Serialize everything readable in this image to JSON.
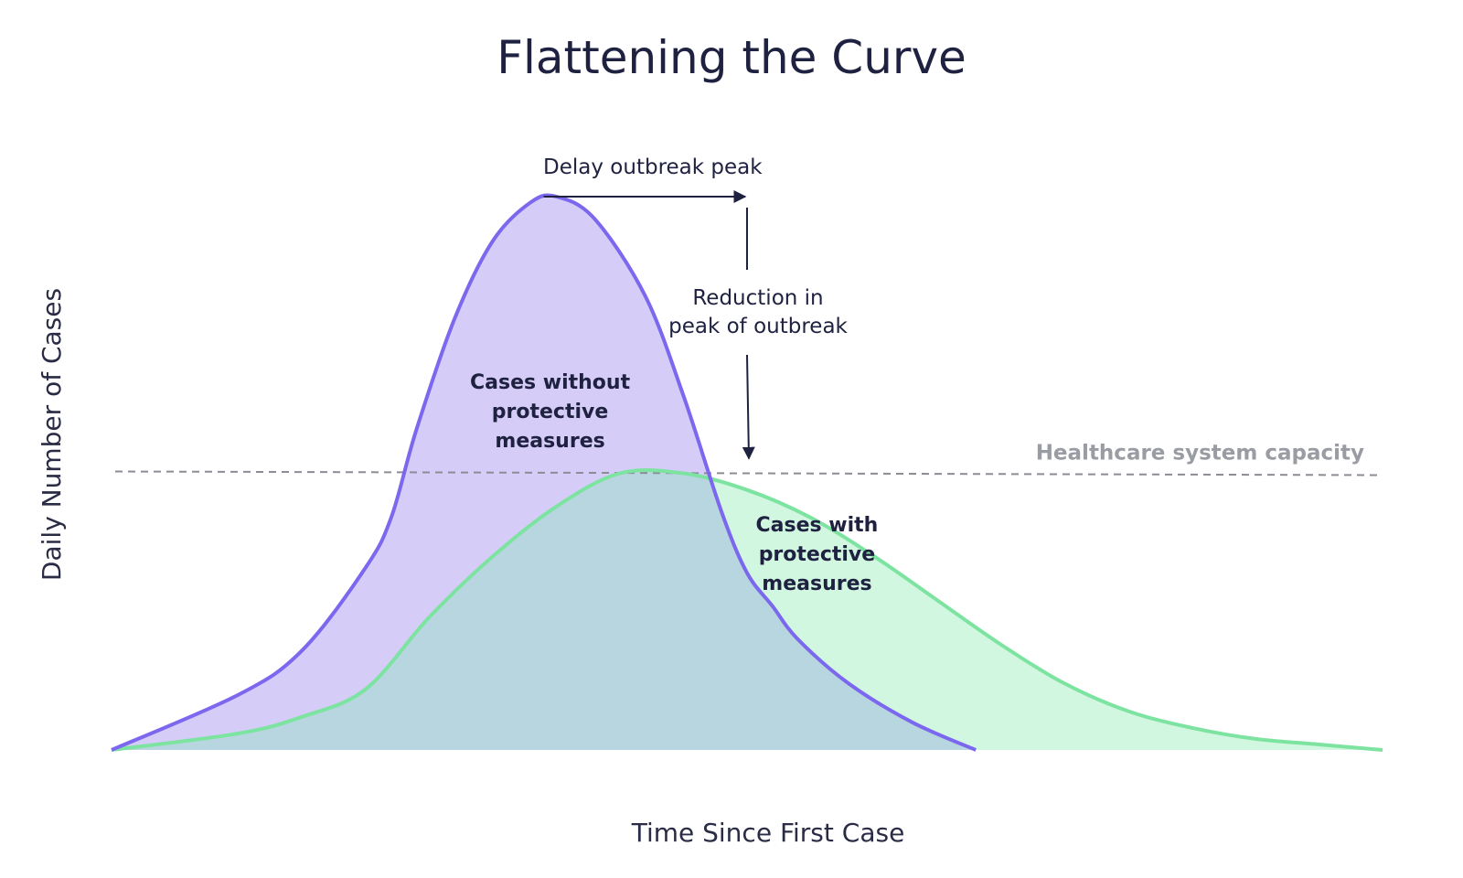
{
  "chart_data": {
    "type": "area",
    "title": "Flattening the Curve",
    "xlabel": "Time Since First Case",
    "ylabel": "Daily Number of Cases",
    "xlim": [
      0,
      100
    ],
    "ylim": [
      0,
      100
    ],
    "grid": false,
    "axes_visible": false,
    "series": [
      {
        "label": "Cases without protective measures",
        "label_lines": [
          "Cases without",
          "protective",
          "measures"
        ],
        "stroke": "#7b68ee",
        "fill": "#d5cdf8",
        "x": [
          0,
          10,
          15,
          20,
          22,
          24,
          27,
          30,
          33,
          35,
          38,
          42,
          45,
          48,
          50,
          52,
          54,
          58,
          63,
          68
        ],
        "y": [
          0,
          10,
          18,
          33,
          42,
          58,
          78,
          92,
          99,
          100,
          96,
          82,
          64,
          43,
          32,
          26,
          20,
          12,
          5,
          0
        ]
      },
      {
        "label": "Cases with protective measures",
        "label_lines": [
          "Cases with",
          "protective",
          "measures"
        ],
        "stroke": "#7de3a0",
        "fill": "#d1f7e0",
        "x": [
          0,
          10,
          15,
          20,
          25,
          30,
          35,
          40,
          45,
          50,
          55,
          60,
          65,
          70,
          75,
          80,
          85,
          90,
          95,
          100
        ],
        "y": [
          0,
          3,
          6,
          11,
          24,
          35,
          44,
          50,
          50,
          47,
          42,
          35,
          27,
          19,
          12,
          7,
          4,
          2,
          1,
          0
        ]
      }
    ],
    "overlap_fill": "#b8d6df",
    "capacity_line": {
      "label": "Healthcare system capacity",
      "y": 50,
      "color": "#8a8d94",
      "style": "dashed"
    },
    "annotations": {
      "delay": {
        "text": "Delay outbreak peak",
        "from": [
          34,
          100
        ],
        "to": [
          50,
          100
        ]
      },
      "reduction": {
        "lines": [
          "Reduction in",
          "peak of outbreak"
        ],
        "from": [
          50,
          100
        ],
        "to": [
          50,
          52
        ]
      }
    }
  }
}
